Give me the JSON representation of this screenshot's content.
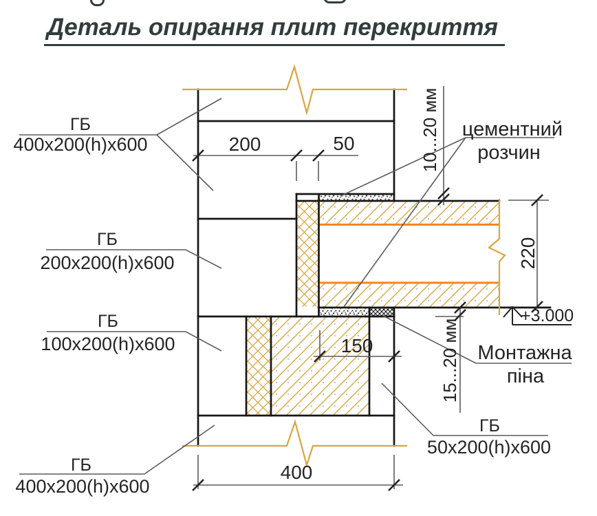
{
  "title": "Деталь опирання плит перекриття",
  "block_labels": {
    "top_400": {
      "material": "ГБ",
      "size": "400x200(h)x600"
    },
    "mid_200": {
      "material": "ГБ",
      "size": "200x200(h)x600"
    },
    "mid_100": {
      "material": "ГБ",
      "size": "100x200(h)x600"
    },
    "right_50": {
      "material": "ГБ",
      "size": "50x200(h)x600"
    },
    "bottom_400": {
      "material": "ГБ",
      "size": "400x200(h)x600"
    }
  },
  "annotations": {
    "cement_mortar_line1": "цементний",
    "cement_mortar_line2": "розчин",
    "mounting_foam_line1": "Монтажна",
    "mounting_foam_line2": "піна",
    "joint_top": "10...20 мм",
    "joint_bottom": "15...20 мм",
    "elevation_mark": "+3.000"
  },
  "dimensions": {
    "wall_to_insulation": "200",
    "insulation_gap": "50",
    "slab_bearing": "150",
    "wall_width": "400",
    "slab_thickness": "220"
  },
  "colors": {
    "hatch_yellow": "#D9A53E",
    "slab_orange": "#F68420",
    "line_black": "#161616",
    "dim_gray": "#5A5A5A",
    "title_color": "#323C3C"
  }
}
